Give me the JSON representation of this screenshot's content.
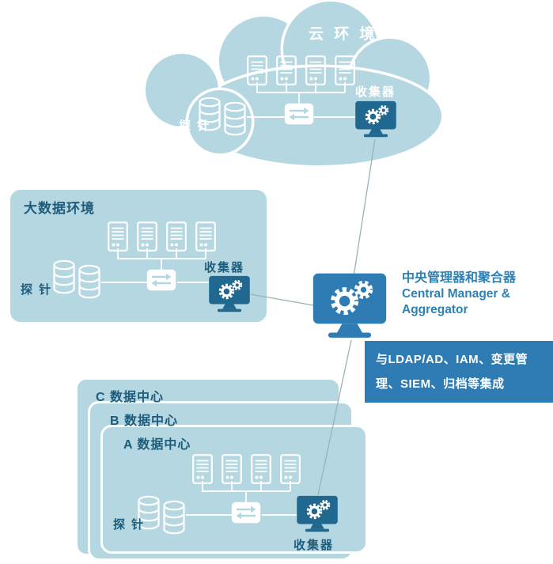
{
  "colors": {
    "panel_bg": "#b5d7e2",
    "collector_accent": "#20688f",
    "central_accent": "#2e7cb3",
    "integration_bg": "#2e7cb3",
    "dark_text": "#1d5c7a",
    "light_text": "#ffffff",
    "central_text": "#2d82b5",
    "link_line": "#9bb1ba"
  },
  "cloud": {
    "title": "云 环 境",
    "probe_label": "探 针",
    "collector_label": "收集器"
  },
  "bigdata": {
    "title": "大数据环境",
    "probe_label": "探 针",
    "collector_label": "收集器"
  },
  "datacenters": {
    "back_label": "C 数据中心",
    "middle_label": "B 数据中心",
    "front_label": "A 数据中心",
    "probe_label": "探 针",
    "collector_label": "收集器"
  },
  "central_manager": {
    "title_cn": "中央管理器和聚合器",
    "title_en_line1": "Central Manager &",
    "title_en_line2": "Aggregator"
  },
  "integration": {
    "text": "与LDAP/AD、IAM、变更管理、SIEM、归档等集成"
  },
  "icons": {
    "server": "server-icon",
    "database": "database-icon",
    "switch": "network-switch-icon",
    "collector": "collector-monitor-icon",
    "central_manager": "central-manager-monitor-icon"
  }
}
